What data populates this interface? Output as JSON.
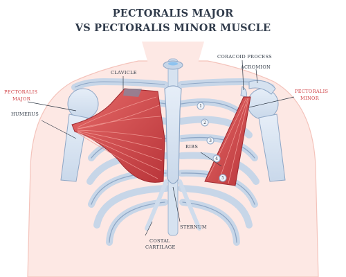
{
  "title": {
    "line1": "PECTORALIS MAJOR",
    "line2": "VS PECTORALIS MINOR MUSCLE"
  },
  "labels": {
    "clavicle": "CLAVICLE",
    "pectoralis_major_1": "PECTORALIS",
    "pectoralis_major_2": "MAJOR",
    "humerus": "HUMERUS",
    "coracoid_process": "CORACOID PROCESS",
    "acromion": "ACROMION",
    "pectoralis_minor_1": "PECTORALIS",
    "pectoralis_minor_2": "MINOR",
    "ribs": "RIBS",
    "sternum": "STERNUM",
    "costal_1": "COSTAL",
    "costal_2": "CARTILAGE"
  },
  "rib_numbers": [
    "1",
    "2",
    "3",
    "4",
    "5"
  ],
  "colors": {
    "title": "#2f3a4a",
    "label_dark": "#2d3744",
    "label_red": "#cf3b3f",
    "muscle": "#c9464a",
    "bone": "#d6e2f0",
    "skin": "#fde8e4"
  }
}
